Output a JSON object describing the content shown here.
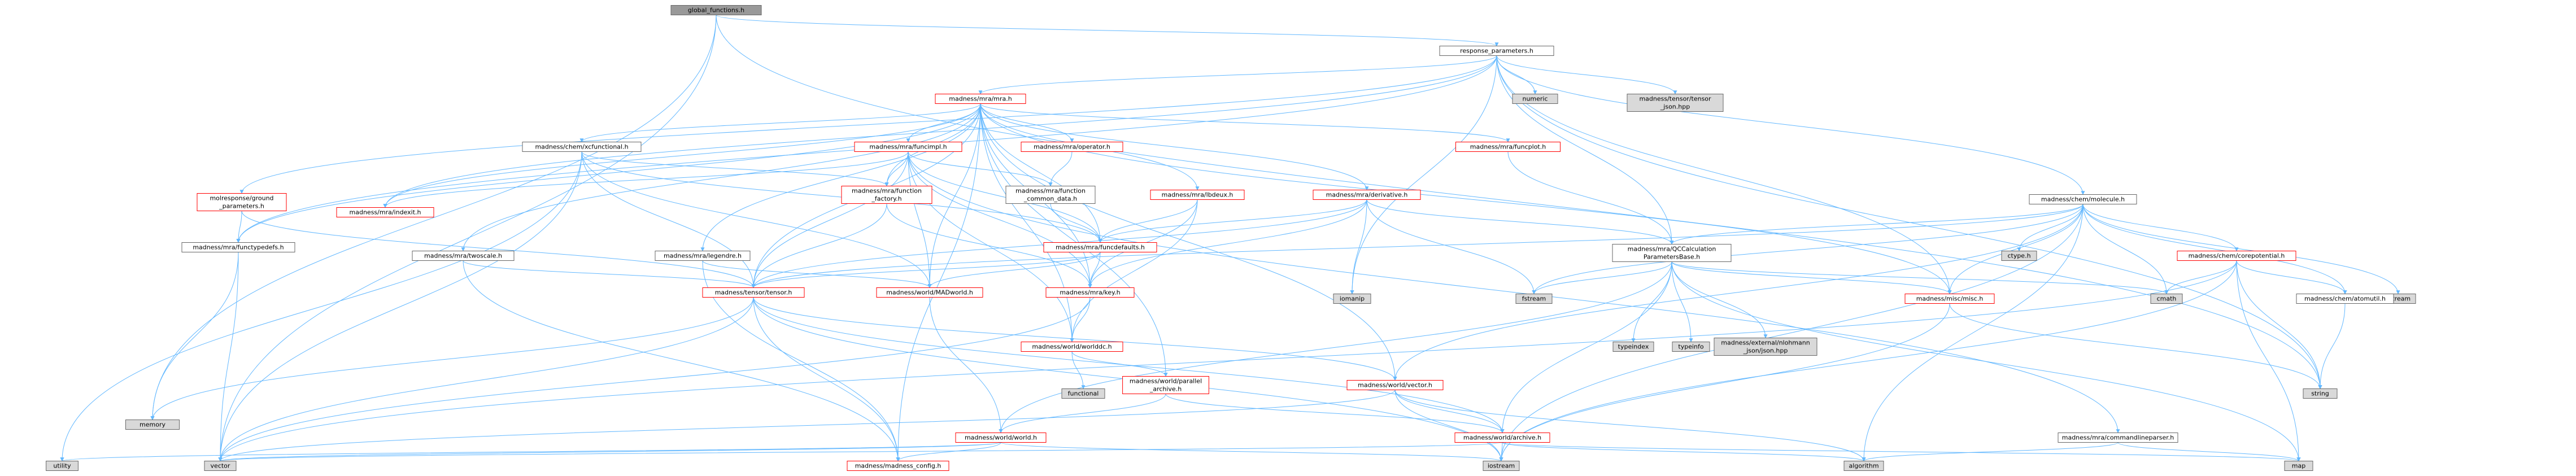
{
  "diagram": {
    "type": "include-dependency-graph",
    "nodes": [
      {
        "id": "root",
        "lines": [
          "global_functions.h"
        ],
        "style": "root"
      },
      {
        "id": "response_parameters",
        "lines": [
          "response_parameters.h"
        ],
        "style": "plain"
      },
      {
        "id": "memory",
        "lines": [
          "memory"
        ],
        "style": "std"
      },
      {
        "id": "mra_h",
        "lines": [
          "madness/mra/mra.h"
        ],
        "style": "red"
      },
      {
        "id": "numeric",
        "lines": [
          "numeric"
        ],
        "style": "std"
      },
      {
        "id": "tensor_json",
        "lines": [
          "madness/tensor/tensor",
          "_json.hpp"
        ],
        "style": "std"
      },
      {
        "id": "funcimpl",
        "lines": [
          "madness/mra/funcimpl.h"
        ],
        "style": "red"
      },
      {
        "id": "operator_h",
        "lines": [
          "madness/mra/operator.h"
        ],
        "style": "red"
      },
      {
        "id": "funcplot",
        "lines": [
          "madness/mra/funcplot.h"
        ],
        "style": "red"
      },
      {
        "id": "xcfunctional",
        "lines": [
          "madness/chem/xcfunctional.h"
        ],
        "style": "plain"
      },
      {
        "id": "ground_params",
        "lines": [
          "molresponse/ground",
          "_parameters.h"
        ],
        "style": "red"
      },
      {
        "id": "indexit",
        "lines": [
          "madness/mra/indexit.h"
        ],
        "style": "red"
      },
      {
        "id": "function_factory",
        "lines": [
          "madness/mra/function",
          "_factory.h"
        ],
        "style": "red"
      },
      {
        "id": "function_common",
        "lines": [
          "madness/mra/function",
          "_common_data.h"
        ],
        "style": "plain"
      },
      {
        "id": "lbdeux",
        "lines": [
          "madness/mra/lbdeux.h"
        ],
        "style": "red"
      },
      {
        "id": "derivative",
        "lines": [
          "madness/mra/derivative.h"
        ],
        "style": "red"
      },
      {
        "id": "functypedefs",
        "lines": [
          "madness/mra/functypedefs.h"
        ],
        "style": "plain"
      },
      {
        "id": "twoscale",
        "lines": [
          "madness/mra/twoscale.h"
        ],
        "style": "plain"
      },
      {
        "id": "legendre",
        "lines": [
          "madness/mra/legendre.h"
        ],
        "style": "plain"
      },
      {
        "id": "funcdefaults",
        "lines": [
          "madness/mra/funcdefaults.h"
        ],
        "style": "red"
      },
      {
        "id": "molecule",
        "lines": [
          "madness/chem/molecule.h"
        ],
        "style": "plain"
      },
      {
        "id": "qccalc",
        "lines": [
          "madness/mra/QCCalculation",
          "ParametersBase.h"
        ],
        "style": "plain"
      },
      {
        "id": "tensor_h",
        "lines": [
          "madness/tensor/tensor.h"
        ],
        "style": "red"
      },
      {
        "id": "madworld",
        "lines": [
          "madness/world/MADworld.h"
        ],
        "style": "red"
      },
      {
        "id": "key_h",
        "lines": [
          "madness/mra/key.h"
        ],
        "style": "red"
      },
      {
        "id": "ctype",
        "lines": [
          "ctype.h"
        ],
        "style": "std"
      },
      {
        "id": "corepotential",
        "lines": [
          "madness/chem/corepotential.h"
        ],
        "style": "red"
      },
      {
        "id": "worlddc",
        "lines": [
          "madness/world/worlddc.h"
        ],
        "style": "red"
      },
      {
        "id": "iomanip",
        "lines": [
          "iomanip"
        ],
        "style": "std"
      },
      {
        "id": "fstream",
        "lines": [
          "fstream"
        ],
        "style": "std"
      },
      {
        "id": "typeindex",
        "lines": [
          "typeindex"
        ],
        "style": "std"
      },
      {
        "id": "typeinfo",
        "lines": [
          "typeinfo"
        ],
        "style": "std"
      },
      {
        "id": "nlohmann_json",
        "lines": [
          "madness/external/nlohmann",
          "_json/json.hpp"
        ],
        "style": "std"
      },
      {
        "id": "misc_h",
        "lines": [
          "madness/misc/misc.h"
        ],
        "style": "red"
      },
      {
        "id": "cmath",
        "lines": [
          "cmath"
        ],
        "style": "std"
      },
      {
        "id": "sstream",
        "lines": [
          "sstream"
        ],
        "style": "std"
      },
      {
        "id": "atomutil",
        "lines": [
          "madness/chem/atomutil.h"
        ],
        "style": "plain"
      },
      {
        "id": "functional",
        "lines": [
          "functional"
        ],
        "style": "std"
      },
      {
        "id": "parallel_archive",
        "lines": [
          "madness/world/parallel",
          "_archive.h"
        ],
        "style": "red"
      },
      {
        "id": "vector_h",
        "lines": [
          "madness/world/vector.h"
        ],
        "style": "red"
      },
      {
        "id": "string",
        "lines": [
          "string"
        ],
        "style": "std"
      },
      {
        "id": "world_h",
        "lines": [
          "madness/world/world.h"
        ],
        "style": "red"
      },
      {
        "id": "archive_h",
        "lines": [
          "madness/world/archive.h"
        ],
        "style": "red"
      },
      {
        "id": "cmdline",
        "lines": [
          "madness/mra/commandlineparser.h"
        ],
        "style": "plain"
      },
      {
        "id": "utility",
        "lines": [
          "utility"
        ],
        "style": "std"
      },
      {
        "id": "vector",
        "lines": [
          "vector"
        ],
        "style": "std"
      },
      {
        "id": "config_h",
        "lines": [
          "madness/madness_config.h"
        ],
        "style": "red"
      },
      {
        "id": "iostream",
        "lines": [
          "iostream"
        ],
        "style": "std"
      },
      {
        "id": "algorithm",
        "lines": [
          "algorithm"
        ],
        "style": "std"
      },
      {
        "id": "map",
        "lines": [
          "map"
        ],
        "style": "std"
      }
    ],
    "edges": [
      [
        "root",
        "response_parameters"
      ],
      [
        "root",
        "memory"
      ],
      [
        "root",
        "vector"
      ],
      [
        "root",
        "string"
      ],
      [
        "response_parameters",
        "mra_h"
      ],
      [
        "response_parameters",
        "numeric"
      ],
      [
        "response_parameters",
        "tensor_json"
      ],
      [
        "response_parameters",
        "ground_params"
      ],
      [
        "response_parameters",
        "functypedefs"
      ],
      [
        "response_parameters",
        "molecule"
      ],
      [
        "response_parameters",
        "qccalc"
      ],
      [
        "response_parameters",
        "string"
      ],
      [
        "response_parameters",
        "iomanip"
      ],
      [
        "response_parameters",
        "indexit"
      ],
      [
        "response_parameters",
        "misc_h"
      ],
      [
        "mra_h",
        "funcimpl"
      ],
      [
        "mra_h",
        "operator_h"
      ],
      [
        "mra_h",
        "funcplot"
      ],
      [
        "mra_h",
        "xcfunctional"
      ],
      [
        "mra_h",
        "indexit"
      ],
      [
        "mra_h",
        "function_factory"
      ],
      [
        "mra_h",
        "lbdeux"
      ],
      [
        "mra_h",
        "derivative"
      ],
      [
        "mra_h",
        "twoscale"
      ],
      [
        "mra_h",
        "legendre"
      ],
      [
        "mra_h",
        "funcdefaults"
      ],
      [
        "mra_h",
        "tensor_h"
      ],
      [
        "mra_h",
        "madworld"
      ],
      [
        "mra_h",
        "key_h"
      ],
      [
        "mra_h",
        "worlddc"
      ],
      [
        "mra_h",
        "parallel_archive"
      ],
      [
        "mra_h",
        "vector_h"
      ],
      [
        "mra_h",
        "functypedefs"
      ],
      [
        "mra_h",
        "misc_h"
      ],
      [
        "mra_h",
        "config_h"
      ],
      [
        "funcimpl",
        "function_factory"
      ],
      [
        "funcimpl",
        "function_common"
      ],
      [
        "funcimpl",
        "indexit"
      ],
      [
        "funcimpl",
        "funcdefaults"
      ],
      [
        "funcimpl",
        "tensor_h"
      ],
      [
        "funcimpl",
        "madworld"
      ],
      [
        "funcimpl",
        "worlddc"
      ],
      [
        "funcimpl",
        "key_h"
      ],
      [
        "funcimpl",
        "cmdline"
      ],
      [
        "operator_h",
        "function_common"
      ],
      [
        "funcplot",
        "qccalc"
      ],
      [
        "xcfunctional",
        "tensor_h"
      ],
      [
        "xcfunctional",
        "madworld"
      ],
      [
        "xcfunctional",
        "function_factory"
      ],
      [
        "xcfunctional",
        "vector"
      ],
      [
        "xcfunctional",
        "utility"
      ],
      [
        "xcfunctional",
        "funcdefaults"
      ],
      [
        "ground_params",
        "functypedefs"
      ],
      [
        "ground_params",
        "tensor_h"
      ],
      [
        "function_factory",
        "tensor_h"
      ],
      [
        "function_factory",
        "key_h"
      ],
      [
        "function_common",
        "funcdefaults"
      ],
      [
        "lbdeux",
        "funcdefaults"
      ],
      [
        "lbdeux",
        "worlddc"
      ],
      [
        "lbdeux",
        "key_h"
      ],
      [
        "derivative",
        "funcdefaults"
      ],
      [
        "derivative",
        "tensor_h"
      ],
      [
        "derivative",
        "key_h"
      ],
      [
        "derivative",
        "iomanip"
      ],
      [
        "derivative",
        "fstream"
      ],
      [
        "derivative",
        "qccalc"
      ],
      [
        "functypedefs",
        "memory"
      ],
      [
        "functypedefs",
        "vector"
      ],
      [
        "twoscale",
        "tensor_h"
      ],
      [
        "twoscale",
        "config_h"
      ],
      [
        "legendre",
        "madworld"
      ],
      [
        "legendre",
        "config_h"
      ],
      [
        "funcdefaults",
        "tensor_h"
      ],
      [
        "funcdefaults",
        "madworld"
      ],
      [
        "funcdefaults",
        "key_h"
      ],
      [
        "molecule",
        "qccalc"
      ],
      [
        "molecule",
        "tensor_h"
      ],
      [
        "molecule",
        "corepotential"
      ],
      [
        "molecule",
        "atomutil"
      ],
      [
        "molecule",
        "ctype"
      ],
      [
        "molecule",
        "cmath"
      ],
      [
        "molecule",
        "sstream"
      ],
      [
        "molecule",
        "misc_h"
      ],
      [
        "molecule",
        "fstream"
      ],
      [
        "molecule",
        "vector_h"
      ],
      [
        "molecule",
        "algorithm"
      ],
      [
        "molecule",
        "iostream"
      ],
      [
        "qccalc",
        "typeindex"
      ],
      [
        "qccalc",
        "typeinfo"
      ],
      [
        "qccalc",
        "nlohmann_json"
      ],
      [
        "qccalc",
        "misc_h"
      ],
      [
        "qccalc",
        "fstream"
      ],
      [
        "qccalc",
        "cmath"
      ],
      [
        "qccalc",
        "archive_h"
      ],
      [
        "qccalc",
        "world_h"
      ],
      [
        "qccalc",
        "map"
      ],
      [
        "tensor_h",
        "memory"
      ],
      [
        "tensor_h",
        "vector"
      ],
      [
        "tensor_h",
        "config_h"
      ],
      [
        "tensor_h",
        "iostream"
      ],
      [
        "tensor_h",
        "vector_h"
      ],
      [
        "tensor_h",
        "archive_h"
      ],
      [
        "madworld",
        "world_h"
      ],
      [
        "key_h",
        "worlddc"
      ],
      [
        "key_h",
        "vector"
      ],
      [
        "corepotential",
        "atomutil"
      ],
      [
        "corepotential",
        "cmath"
      ],
      [
        "corepotential",
        "map"
      ],
      [
        "corepotential",
        "string"
      ],
      [
        "corepotential",
        "vector"
      ],
      [
        "corepotential",
        "iostream"
      ],
      [
        "worlddc",
        "functional"
      ],
      [
        "worlddc",
        "parallel_archive"
      ],
      [
        "misc_h",
        "string"
      ],
      [
        "misc_h",
        "iostream"
      ],
      [
        "atomutil",
        "string"
      ],
      [
        "parallel_archive",
        "world_h"
      ],
      [
        "parallel_archive",
        "archive_h"
      ],
      [
        "vector_h",
        "vector"
      ],
      [
        "vector_h",
        "iostream"
      ],
      [
        "vector_h",
        "algorithm"
      ],
      [
        "vector_h",
        "archive_h"
      ],
      [
        "world_h",
        "utility"
      ],
      [
        "world_h",
        "config_h"
      ],
      [
        "world_h",
        "vector"
      ],
      [
        "world_h",
        "iostream"
      ],
      [
        "archive_h",
        "iostream"
      ],
      [
        "archive_h",
        "map"
      ],
      [
        "archive_h",
        "vector"
      ],
      [
        "archive_h",
        "algorithm"
      ],
      [
        "cmdline",
        "algorithm"
      ],
      [
        "cmdline",
        "map"
      ]
    ]
  }
}
